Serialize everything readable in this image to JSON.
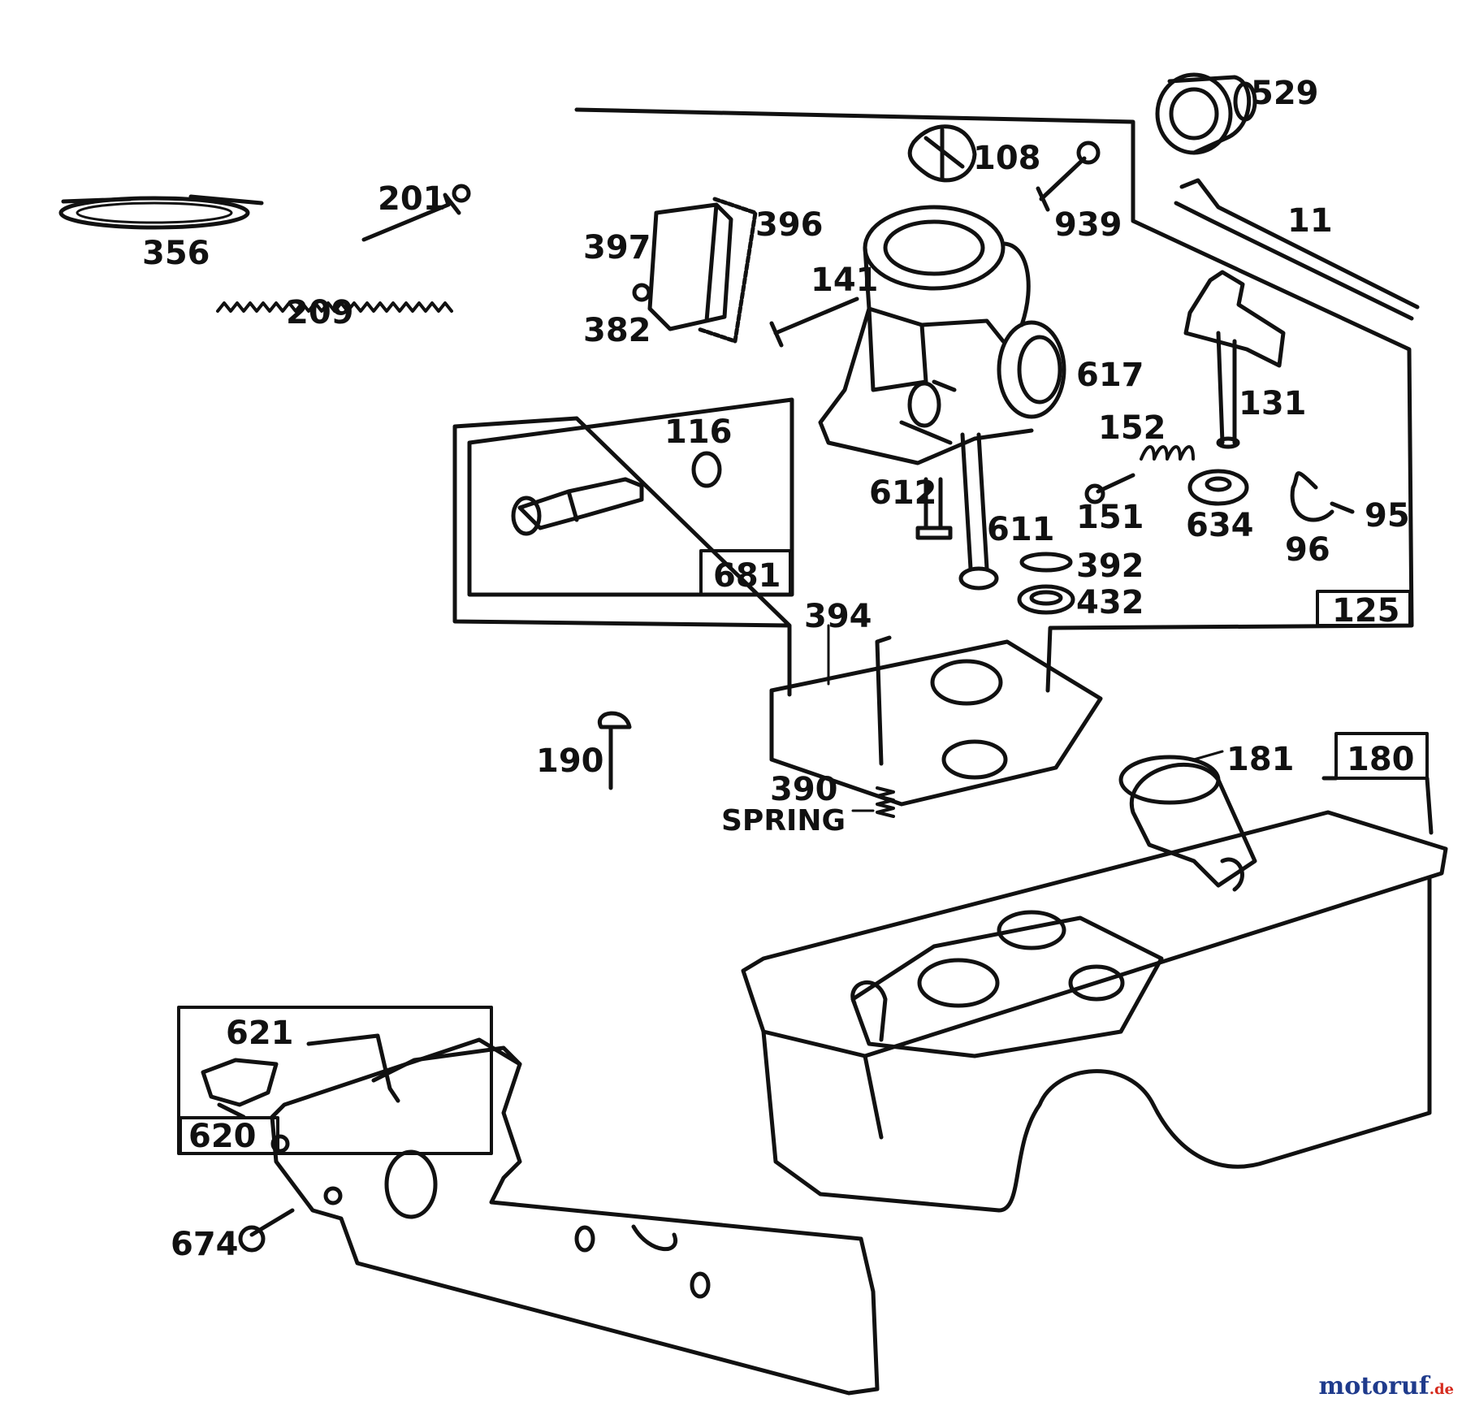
{
  "colors": {
    "ink": "#111111",
    "paper": "#ffffff",
    "watermark_main": "#1f3b8c",
    "watermark_accent": "#d52b1e"
  },
  "part_labels": {
    "p529": "529",
    "p108": "108",
    "p939": "939",
    "p11": "11",
    "p356": "356",
    "p201": "201",
    "p209": "209",
    "p397": "397",
    "p396": "396",
    "p382": "382",
    "p141": "141",
    "p617": "617",
    "p131": "131",
    "p152": "152",
    "p151": "151",
    "p634": "634",
    "p95": "95",
    "p96": "96",
    "p612": "612",
    "p611": "611",
    "p392": "392",
    "p432": "432",
    "p116": "116",
    "p681": "681",
    "p125": "125",
    "p394": "394",
    "p190": "190",
    "p390": "390",
    "spring": "SPRING",
    "p181": "181",
    "p180": "180",
    "p621": "621",
    "p620": "620",
    "p674": "674"
  },
  "watermark": {
    "main": "motoruf",
    "suffix": ".de"
  }
}
